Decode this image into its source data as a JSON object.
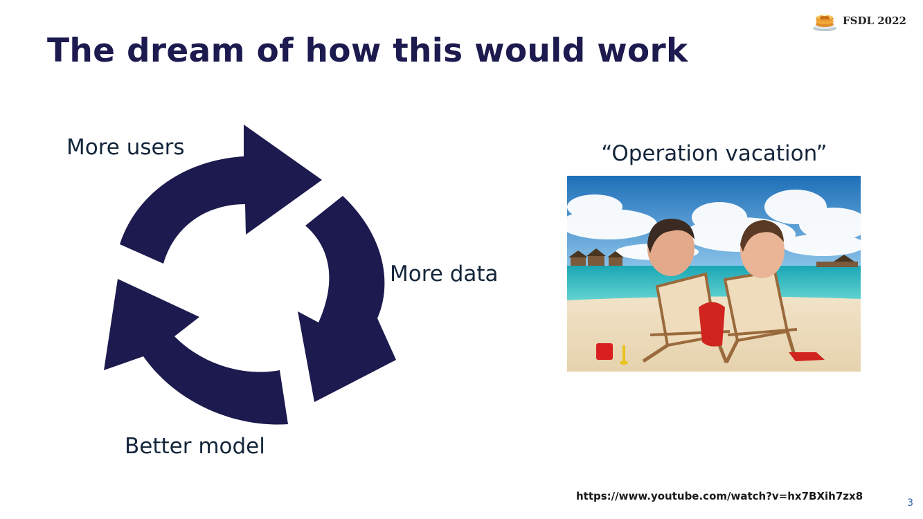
{
  "slide": {
    "title": "The dream of how this would work",
    "page_number": "3"
  },
  "brand": {
    "name": "FSDL 2022",
    "logo_icon": "pancake-stack-icon"
  },
  "cycle": {
    "labels": [
      "More users",
      "More data",
      "Better model"
    ],
    "arrow_color": "#1c1a4e"
  },
  "photo": {
    "caption": "“Operation vacation”",
    "scene": "beach-lounge-chairs-photo"
  },
  "source": {
    "url": "https://www.youtube.com/watch?v=hx7BXih7zx8"
  }
}
